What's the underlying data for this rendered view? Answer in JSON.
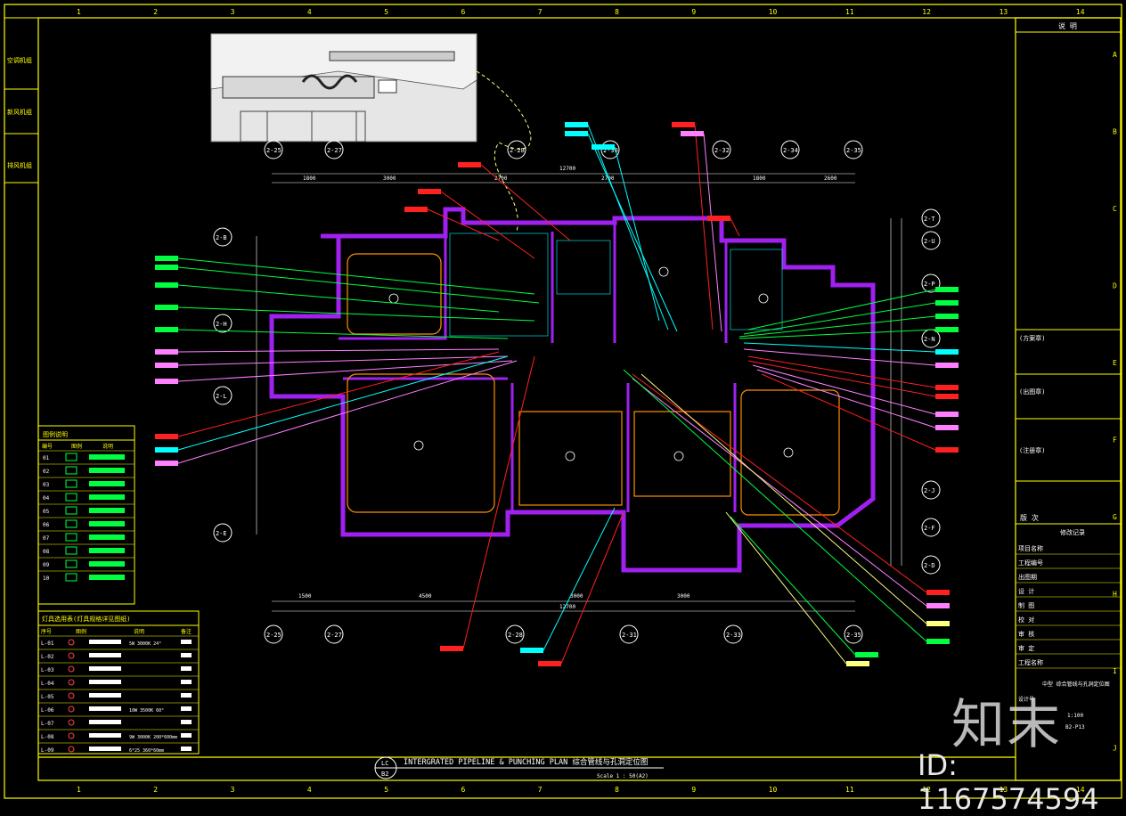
{
  "colors": {
    "bg": "#000000",
    "frame": "#ffff00",
    "wall": "#a020f0",
    "pipe_red": "#ff2020",
    "pipe_green": "#00ff40",
    "pipe_cyan": "#00ffff",
    "pipe_pink": "#ff80ff",
    "pipe_yellow": "#ffff80",
    "grid": "#ffffff"
  },
  "grid_columns": [
    "1",
    "2",
    "3",
    "4",
    "5",
    "6",
    "7",
    "8",
    "9",
    "10",
    "11",
    "12",
    "13",
    "14"
  ],
  "grid_rows": [
    "A",
    "B",
    "C",
    "D",
    "E",
    "F",
    "G",
    "H",
    "I",
    "J"
  ],
  "axis_top": [
    "2-25",
    "2-27",
    "2-28",
    "2-30",
    "2-32",
    "2-34",
    "2-35"
  ],
  "axis_bottom": [
    "2-25",
    "2-27",
    "2-28",
    "2-31",
    "2-33",
    "2-35"
  ],
  "axis_left": [
    "2-B",
    "2-H",
    "2-L",
    "2-E"
  ],
  "axis_right": [
    "2-T",
    "2-U",
    "2-P",
    "2-N",
    "2-J",
    "2-F",
    "2-D"
  ],
  "title_block": {
    "header": "说 明",
    "rev_label": "版 次",
    "rev_title": "修改记录",
    "fields": [
      "项目名称",
      "工程编号",
      "出图期",
      "设 计",
      "制 图",
      "校 对",
      "审 核",
      "审 定",
      "工程名称"
    ],
    "drawing_name": "中型 综合管线与孔洞定位图",
    "scale_label": "设计号",
    "scale": "1:100",
    "sheet": "B2-P13",
    "stamps": [
      "(方案章)",
      "(出图章)",
      "(注册章)"
    ]
  },
  "drawing_title": {
    "tag_top": "LC",
    "tag_bottom": "B2",
    "title": "INTERGRATED PIPELINE & PUNCHING PLAN  综合管线与孔洞定位图",
    "scale": "Scale 1 : 50(A2)"
  },
  "legend1": {
    "title": "图例说明",
    "cols": [
      "编号",
      "图例",
      "说明"
    ],
    "rows": [
      "01",
      "02",
      "03",
      "04",
      "05",
      "06",
      "07",
      "08",
      "09",
      "10"
    ]
  },
  "legend2": {
    "title": "灯具选用表(灯具规格详见图纸)",
    "cols": [
      "序号",
      "图例",
      "说明",
      "备注"
    ],
    "rows": [
      "L-01",
      "L-02",
      "L-03",
      "L-04",
      "L-05",
      "L-06",
      "L-07",
      "L-08",
      "L-09"
    ],
    "specs": [
      "5W 3000K 24°",
      "",
      "",
      "",
      "",
      "10W 3500K 60°",
      "",
      "9W 3000K 200*600mm",
      "6*25 360*60mm"
    ]
  },
  "left_notes": [
    "空调机组",
    "新风机组",
    "排风机组"
  ],
  "dim_top": [
    "1800",
    "3000",
    "2700",
    "2700",
    "1800",
    "2600"
  ],
  "dim_total_top": "12700",
  "dim_bottom": [
    "1500",
    "4500",
    "3000",
    "3000"
  ],
  "dim_total_bottom": "12700",
  "brand": "知末",
  "id_text": "ID: 1167574594"
}
